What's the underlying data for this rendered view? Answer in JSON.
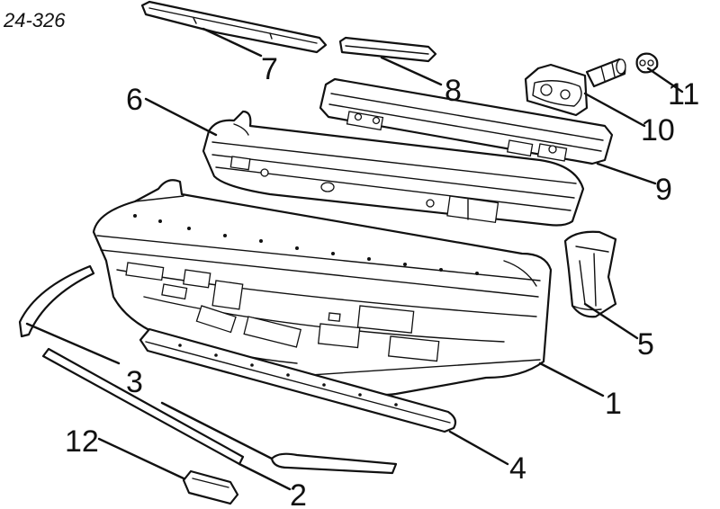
{
  "diagram": {
    "reference": "24-326",
    "callouts": {
      "c1": "1",
      "c2": "2",
      "c3": "3",
      "c4": "4",
      "c5": "5",
      "c6": "6",
      "c7": "7",
      "c8": "8",
      "c9": "9",
      "c10": "10",
      "c11": "11",
      "c12": "12"
    }
  }
}
